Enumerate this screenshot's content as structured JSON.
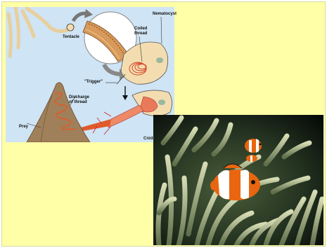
{
  "diagram": {
    "labels": {
      "tentacle": "Tentacle",
      "coiled_thread": "Coiled\nthread",
      "nematocyst": "Nematocyst",
      "trigger": "\"Trigger\"",
      "discharge": "Discharge\nof thread",
      "prey": "Prey",
      "credit": "Cnido"
    }
  },
  "photo": {
    "subject": "clownfish in sea anemone"
  },
  "colors": {
    "slide_background": "#ffffa8",
    "diagram_background": "#cfe4f4",
    "thread": "#e05a2a",
    "capsule": "#f3ddb0"
  }
}
